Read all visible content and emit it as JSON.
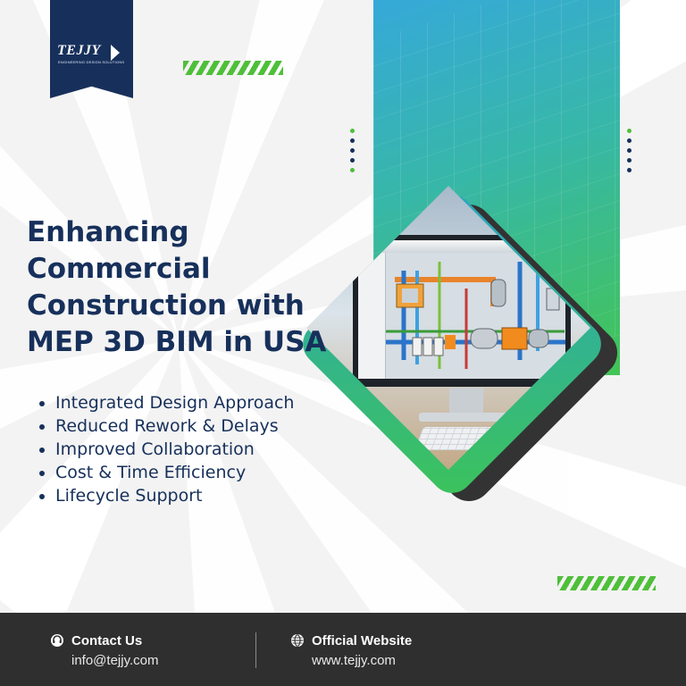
{
  "brand": {
    "logo_text": "TEJJY",
    "tagline": "ENGINEERING DESIGN SOLUTIONS"
  },
  "headline": {
    "line1": "Enhancing",
    "line2": "Commercial",
    "line3": "Construction with",
    "line4": "MEP 3D BIM in USA"
  },
  "features": [
    "Integrated Design Approach",
    "Reduced Rework & Delays",
    "Improved Collaboration",
    "Cost & Time Efficiency",
    "Lifecycle Support"
  ],
  "footer": {
    "contact": {
      "title": "Contact Us",
      "value": "info@tejjy.com",
      "icon": "headset-icon"
    },
    "website": {
      "title": "Official Website",
      "value": "www.tejjy.com",
      "icon": "globe-icon"
    }
  },
  "colors": {
    "navy": "#17305b",
    "green": "#4fbf3a",
    "teal": "#2aa4c2",
    "footer_bg": "#2f2f2f",
    "background": "#f3f3f3"
  }
}
